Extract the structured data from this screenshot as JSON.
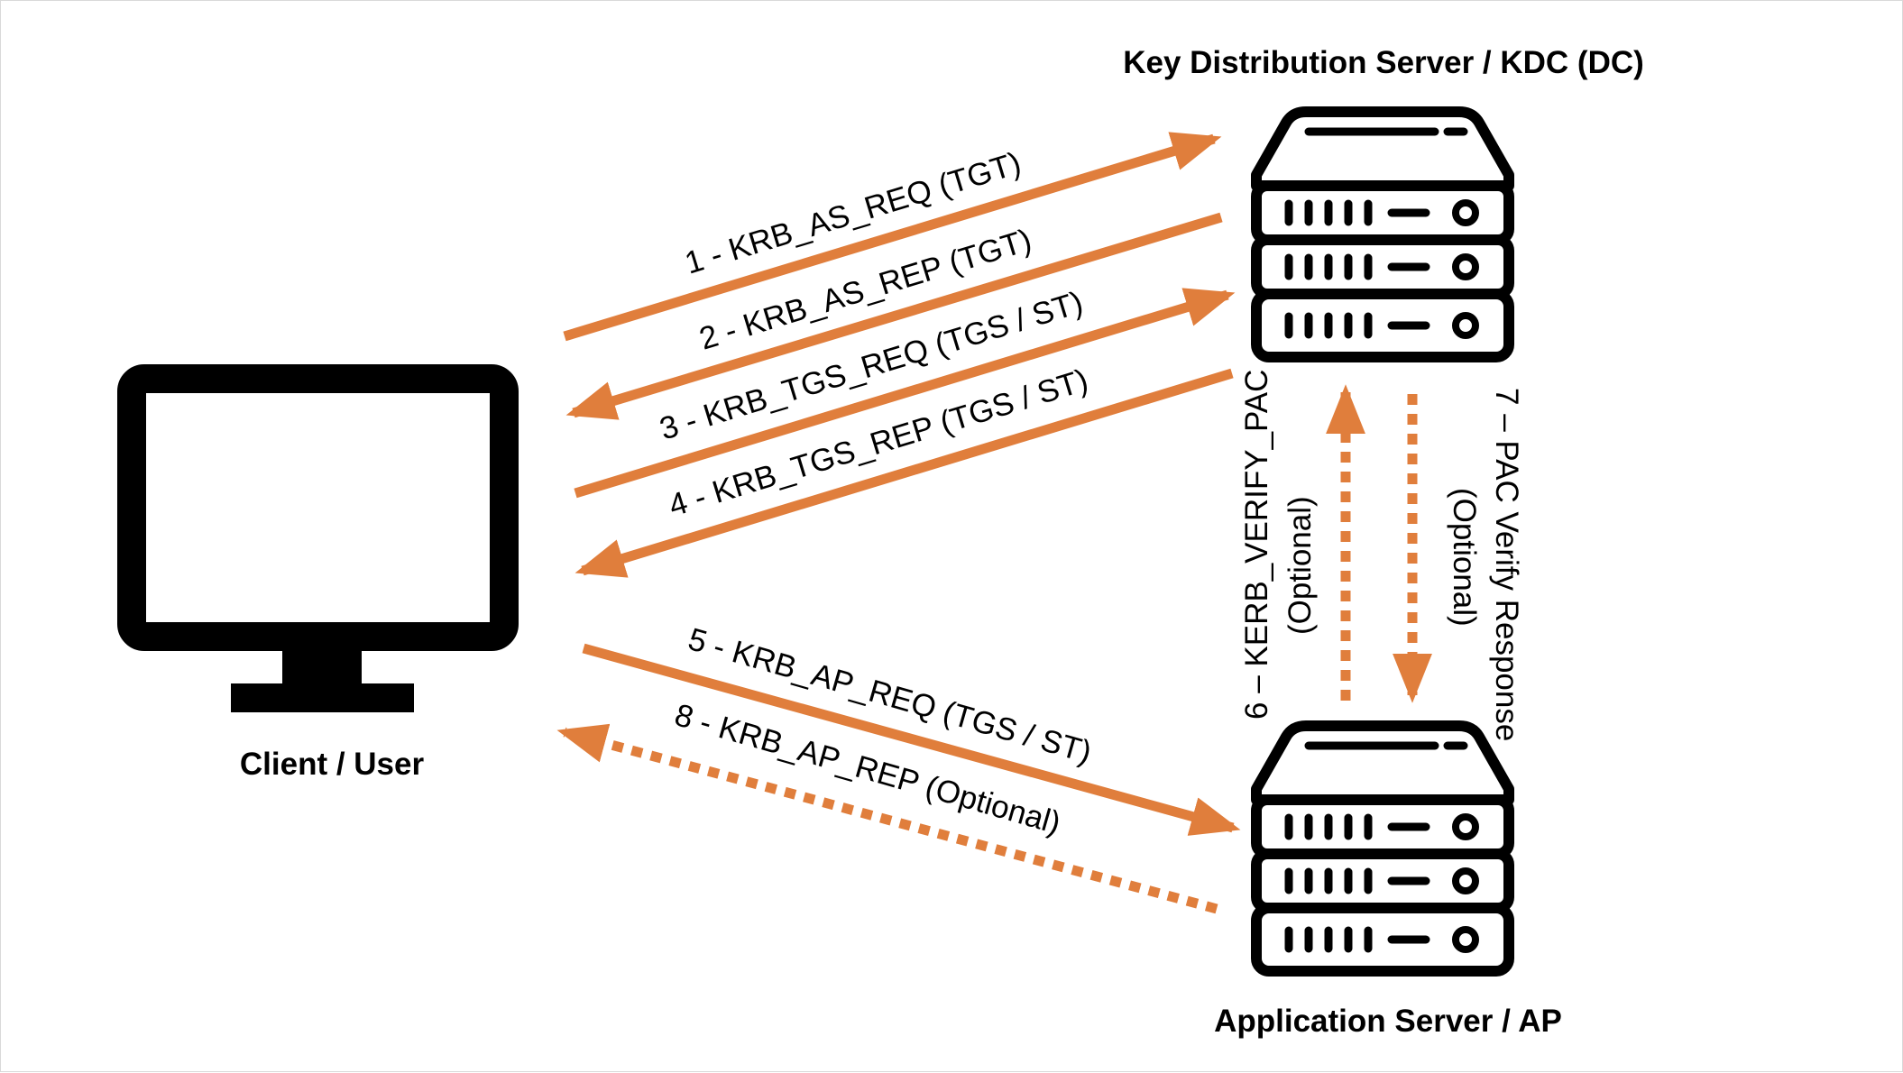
{
  "colors": {
    "arrow": "#E07E3C",
    "icon": "#000000",
    "text": "#000000",
    "background": "#FFFFFF"
  },
  "nodes": {
    "client": {
      "label": "Client / User",
      "icon": "monitor-icon"
    },
    "kdc": {
      "label": "Key Distribution Server / KDC (DC)",
      "icon": "server-icon"
    },
    "ap": {
      "label": "Application Server / AP",
      "icon": "server-icon"
    }
  },
  "messages": [
    {
      "label": "1 - KRB_AS_REQ (TGT)",
      "style": "solid",
      "from": "client",
      "to": "kdc"
    },
    {
      "label": "2 - KRB_AS_REP (TGT)",
      "style": "solid",
      "from": "kdc",
      "to": "client"
    },
    {
      "label": "3 - KRB_TGS_REQ (TGS / ST)",
      "style": "solid",
      "from": "client",
      "to": "kdc"
    },
    {
      "label": "4 - KRB_TGS_REP (TGS / ST)",
      "style": "solid",
      "from": "kdc",
      "to": "client"
    },
    {
      "label": "5 - KRB_AP_REQ (TGS / ST)",
      "style": "solid",
      "from": "client",
      "to": "ap"
    },
    {
      "label": "6 – KERB_VERIFY_PAC",
      "label2": "(Optional)",
      "style": "dotted",
      "from": "ap",
      "to": "kdc"
    },
    {
      "label": "7 – PAC Verify Response",
      "label2": "(Optional)",
      "style": "dotted",
      "from": "kdc",
      "to": "ap"
    },
    {
      "label": "8 - KRB_AP_REP (Optional)",
      "style": "dotted",
      "from": "ap",
      "to": "client"
    }
  ]
}
